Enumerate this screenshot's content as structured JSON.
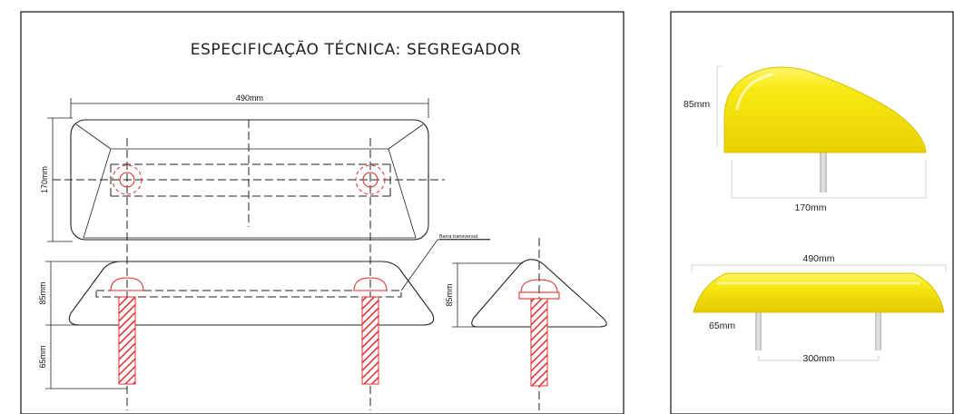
{
  "drawing": {
    "title": "ESPECIFICAÇÃO TÉCNICA: SEGREGADOR",
    "top_view": {
      "width_label": "490mm",
      "height_label": "170mm"
    },
    "side_view": {
      "height_label": "85mm",
      "bolt_label": "65mm",
      "callout_label": "Barra transversal"
    },
    "end_view": {
      "height_label": "85mm"
    }
  },
  "render": {
    "top_view": {
      "height_label": "85mm",
      "width_label": "170mm"
    },
    "side_view": {
      "width_label": "490mm",
      "leg_label": "65mm",
      "spacing_label": "300mm"
    },
    "colors": {
      "yellow": "#f5e60a",
      "yellow_highlight": "#fff56a",
      "yellow_shade": "#e6c800",
      "bolt_red": "#e03030",
      "leg_grey": "#cccccc"
    }
  }
}
